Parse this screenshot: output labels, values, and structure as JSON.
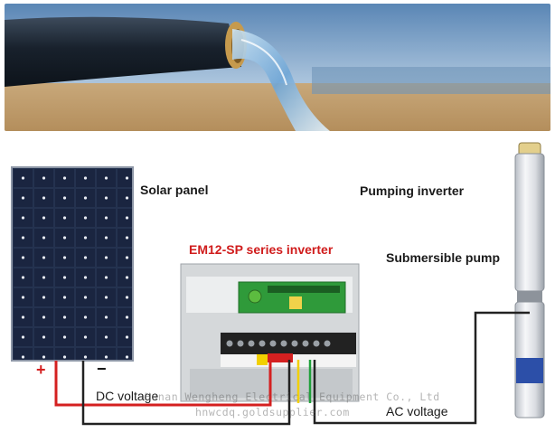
{
  "labels": {
    "solar_panel": "Solar panel",
    "pumping_inverter": "Pumping inverter",
    "inverter_series": "EM12-SP series inverter",
    "submersible_pump": "Submersible pump",
    "dc_voltage": "DC voltage",
    "ac_voltage": "AC voltage",
    "plus": "+",
    "minus": "−"
  },
  "watermark": {
    "line1": "Hunan Wengheng Electrical Equipment Co., Ltd",
    "line2": "hnwcdq.goldsupplier.com"
  },
  "colors": {
    "dc_positive_wire": "#d42020",
    "dc_negative_wire": "#222222",
    "ac_wire": "#222222",
    "terminal_yellow": "#f2d000",
    "terminal_green": "#1fa03a",
    "panel_cell": "#1c2a44",
    "heading_red": "#d01c1c"
  }
}
